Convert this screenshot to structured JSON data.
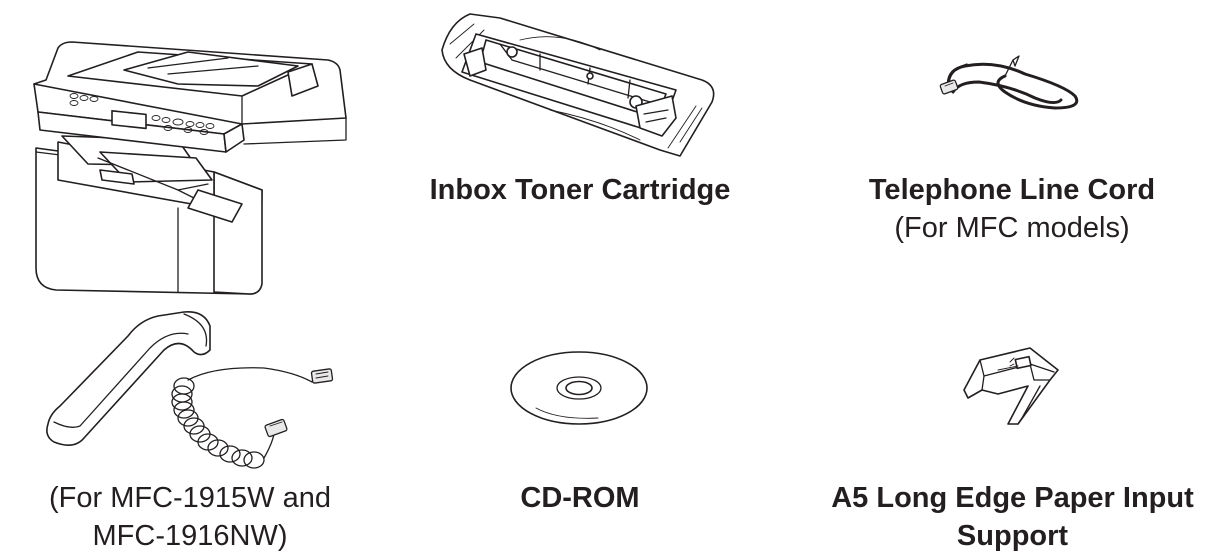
{
  "items": [
    {
      "name": "printer",
      "title": "",
      "subtitle": "",
      "icon": "printer-icon"
    },
    {
      "name": "toner",
      "title": "Inbox Toner Cartridge",
      "subtitle": "",
      "icon": "toner-cartridge-icon"
    },
    {
      "name": "telephone-cord",
      "title": "Telephone Line Cord",
      "subtitle": "(For MFC models)",
      "icon": "telephone-cord-icon"
    },
    {
      "name": "handset",
      "title": "",
      "subtitle_line1": "(For MFC-1915W and",
      "subtitle_line2": "MFC-1916NW)",
      "icon": "handset-icon"
    },
    {
      "name": "cd-rom",
      "title": "CD-ROM",
      "subtitle": "",
      "icon": "cd-rom-icon"
    },
    {
      "name": "paper-support",
      "title_line1": "A5 Long Edge Paper Input",
      "title_line2": "Support",
      "icon": "paper-support-icon"
    }
  ]
}
